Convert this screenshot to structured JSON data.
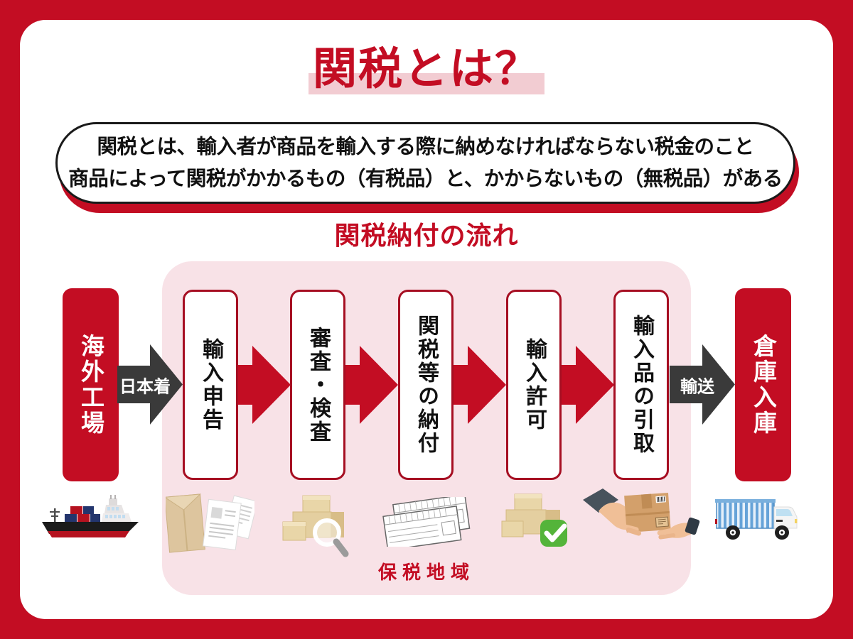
{
  "title": "関税とは？",
  "intro": {
    "line1": "関税とは、輸入者が商品を輸入する際に納めなければならない税金のこと",
    "line2": "商品によって関税がかかるもの（有税品）と、かからないもの（無税品）がある"
  },
  "flow": {
    "heading": "関税納付の流れ",
    "start_label": "海外工場",
    "arrival_label": "日本着",
    "steps": [
      {
        "label": "輸入申告",
        "icon": "documents-icon"
      },
      {
        "label": "審査・検査",
        "icon": "inspection-magnifier-icon"
      },
      {
        "label": "関税等の納付",
        "icon": "tax-forms-icon"
      },
      {
        "label": "輸入許可",
        "icon": "approved-boxes-icon"
      },
      {
        "label": "輸入品の引取",
        "icon": "package-handover-icon"
      }
    ],
    "transport_label": "輸送",
    "end_label": "倉庫入庫",
    "bonded_area_label": "保税地域",
    "start_icon": "cargo-ship-icon",
    "end_icon": "delivery-truck-icon"
  },
  "colors": {
    "frame_red": "#c30d23",
    "step_border_red": "#a60e22",
    "arrow_gray": "#3a3a3a",
    "panel_pink": "#f8e2e7",
    "title_highlight_pink": "#f2ccd2",
    "check_green": "#54b43a"
  }
}
